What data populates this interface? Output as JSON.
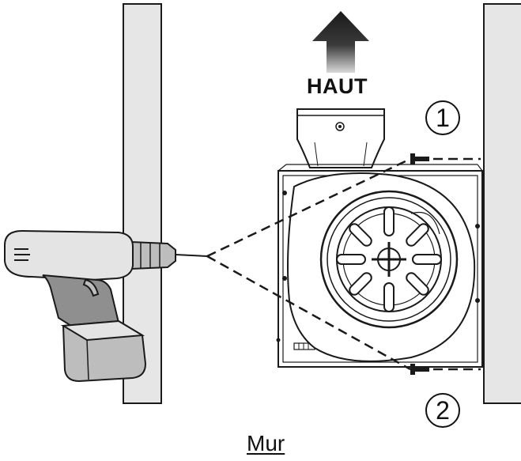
{
  "labels": {
    "up": "HAUT",
    "wall": "Mur",
    "step1": "1",
    "step2": "2"
  },
  "colors": {
    "line": "#1a1a1a",
    "drill_light": "#e4e4e4",
    "drill_mid": "#bdbdbd",
    "drill_dark": "#8f8f8f",
    "wall_fill": "#e6e6e6"
  },
  "icons": [
    "up-arrow-icon",
    "screw-icon",
    "drill-icon",
    "fan-wheel-icon"
  ]
}
